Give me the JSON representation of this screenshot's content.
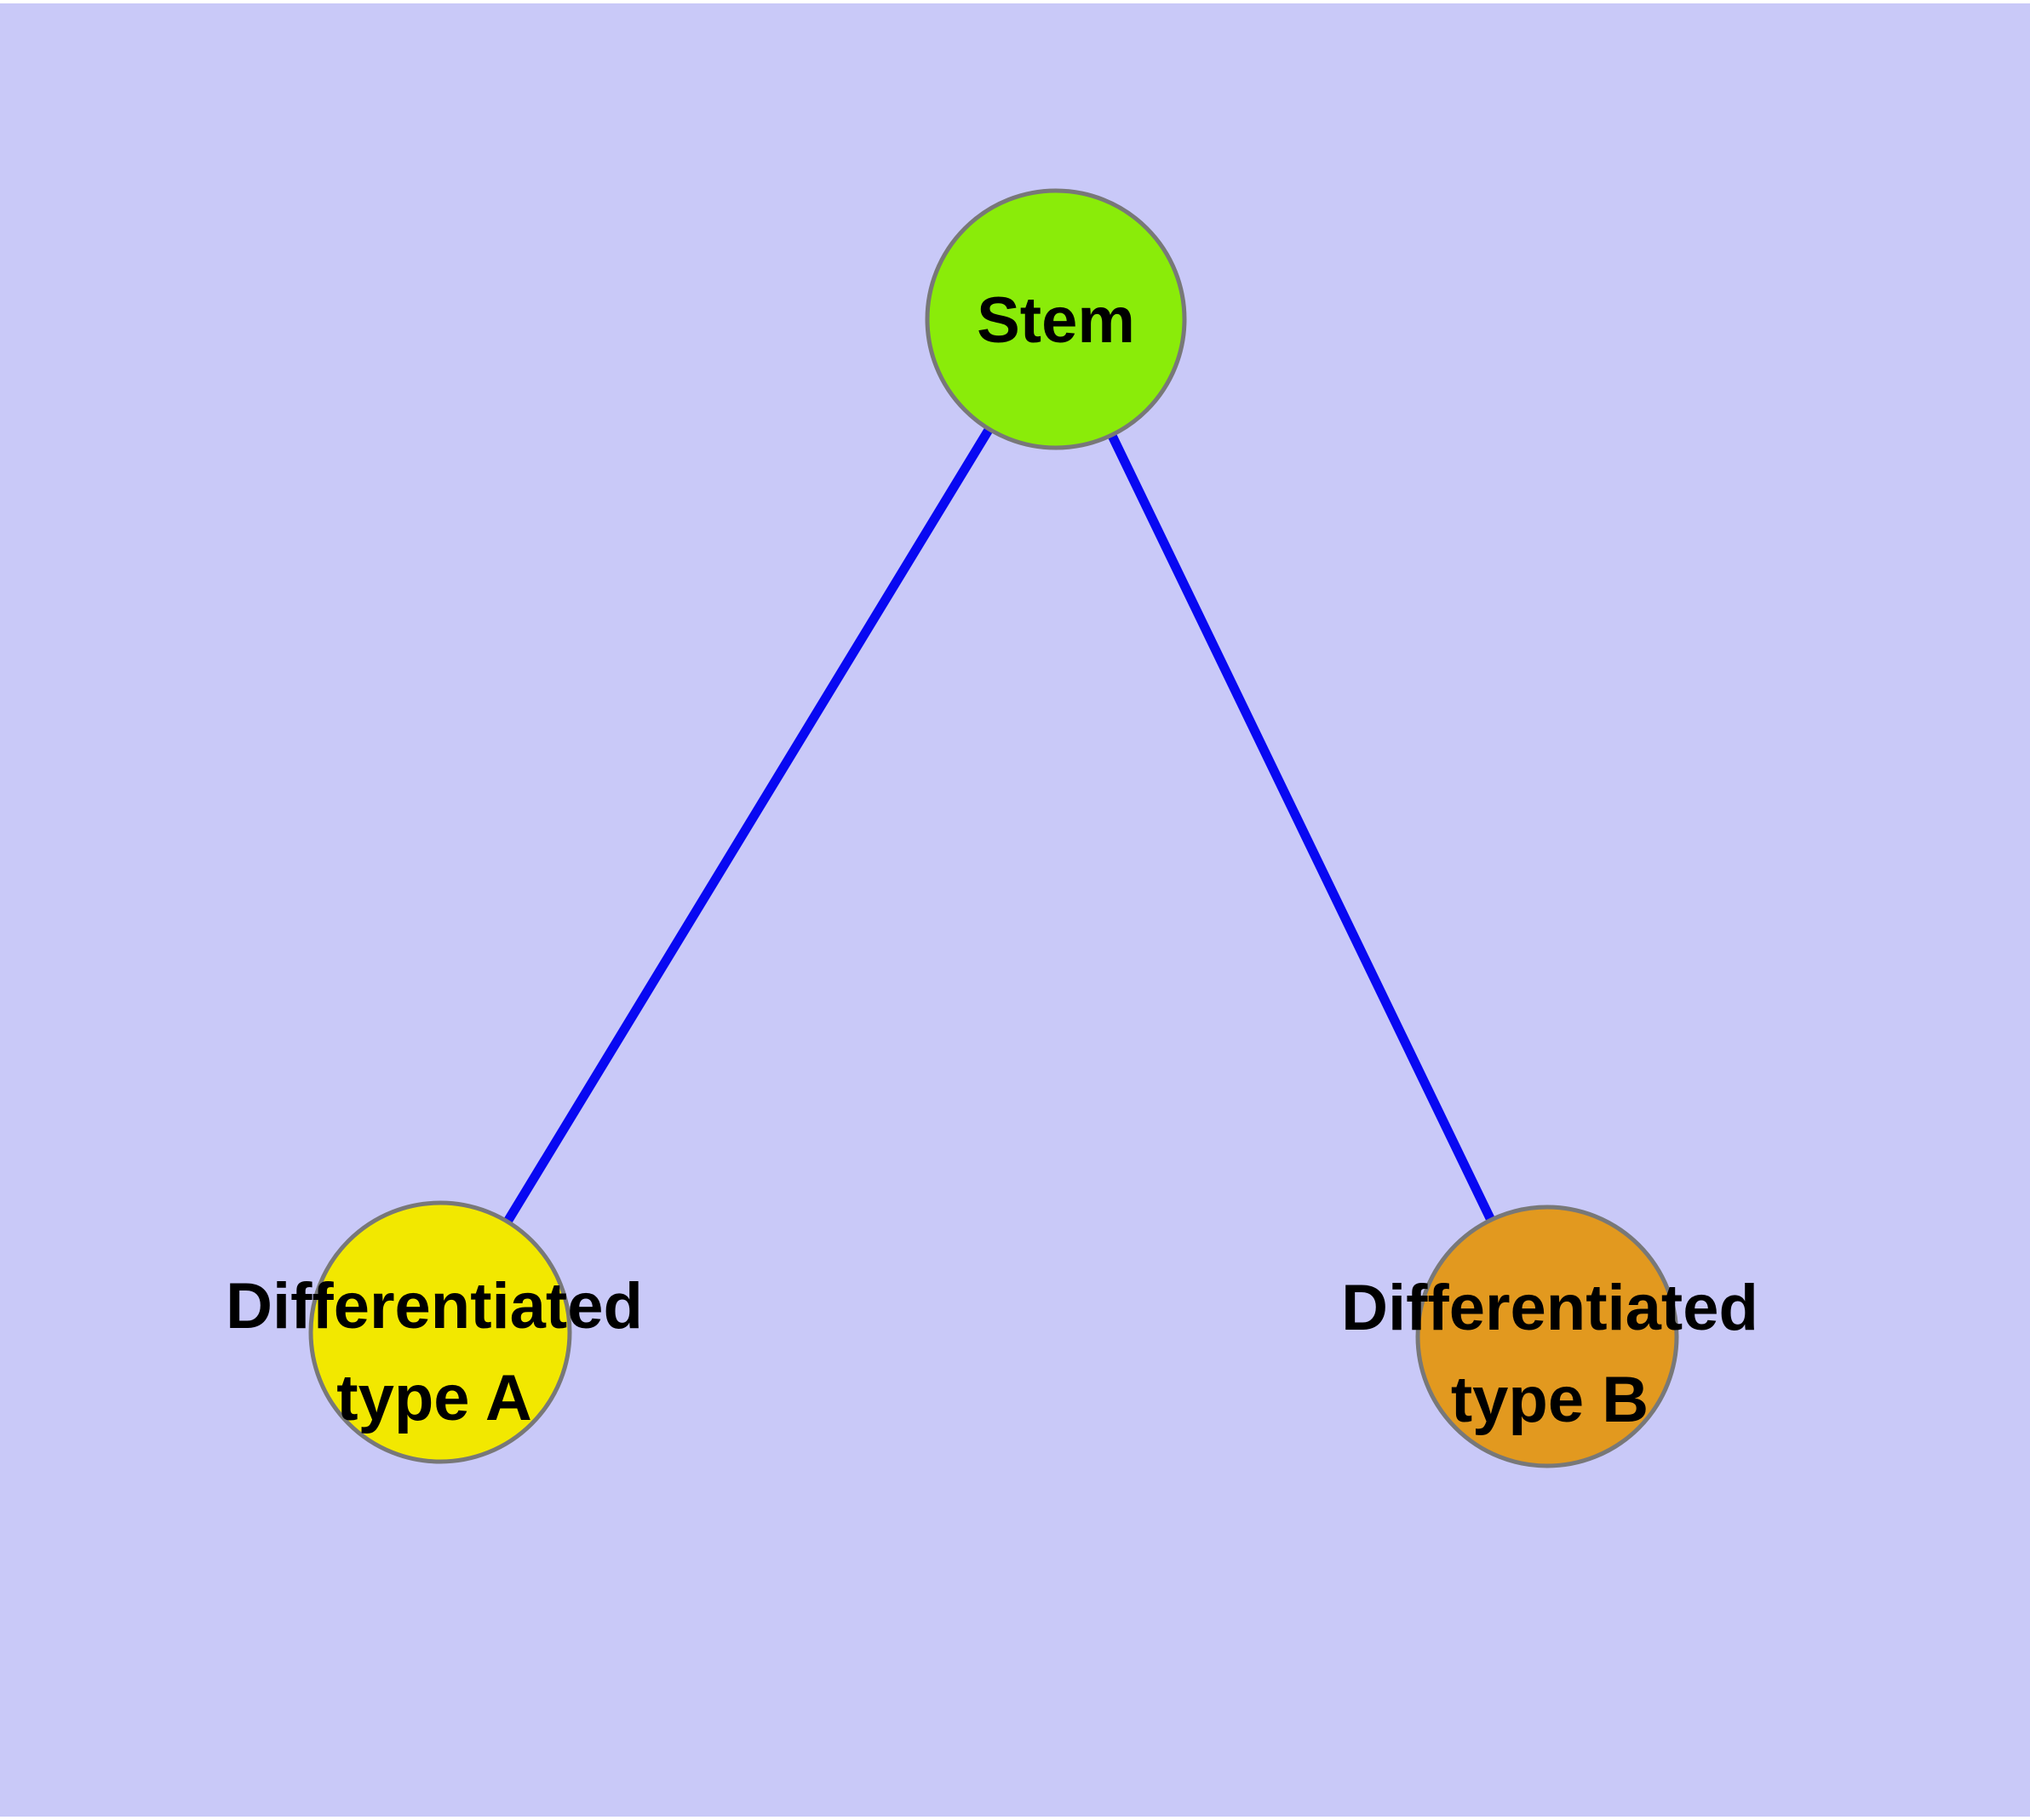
{
  "diagram": {
    "type": "node-link-graph",
    "colors": {
      "page_background": "#ffffff",
      "canvas_background": "#c9c9f8",
      "edge": "#0808f2",
      "node_border": "#787878",
      "label_text": "#000000"
    },
    "nodes": [
      {
        "id": "stem",
        "label": "Stem",
        "label_lines": [
          "Stem"
        ],
        "color": "#8aec09"
      },
      {
        "id": "differentiated-type-a",
        "label": "Differentiated type A",
        "label_lines": [
          "Differentiated",
          "type A"
        ],
        "color": "#f2e800"
      },
      {
        "id": "differentiated-type-b",
        "label": "Differentiated type B",
        "label_lines": [
          "Differentiated",
          "type B"
        ],
        "color": "#e2991f"
      }
    ],
    "edges": [
      {
        "from": "stem",
        "to": "differentiated-type-a"
      },
      {
        "from": "stem",
        "to": "differentiated-type-b"
      }
    ]
  }
}
